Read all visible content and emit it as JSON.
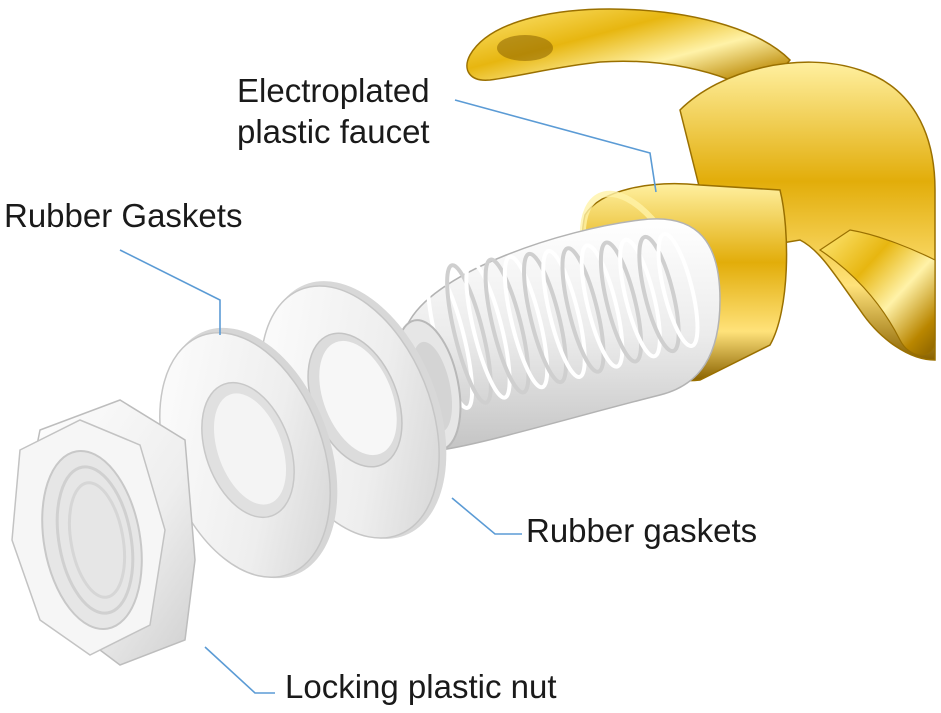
{
  "labels": {
    "faucet_line1": "Electroplated",
    "faucet_line2": "plastic faucet",
    "gaskets_upper": "Rubber Gaskets",
    "gaskets_lower": "Rubber gaskets",
    "nut": "Locking plastic nut"
  },
  "colors": {
    "faucet_gold": "#e7b610",
    "faucet_gold_light": "#ffe878",
    "faucet_gold_dark": "#8a6200",
    "plastic_white": "#f2f2f2",
    "plastic_shadow": "#c9c9c9",
    "leader_line": "#5b9bd5"
  },
  "icons": [
    "faucet-illustration",
    "threaded-shank-illustration",
    "gasket-illustration",
    "hex-nut-illustration"
  ]
}
